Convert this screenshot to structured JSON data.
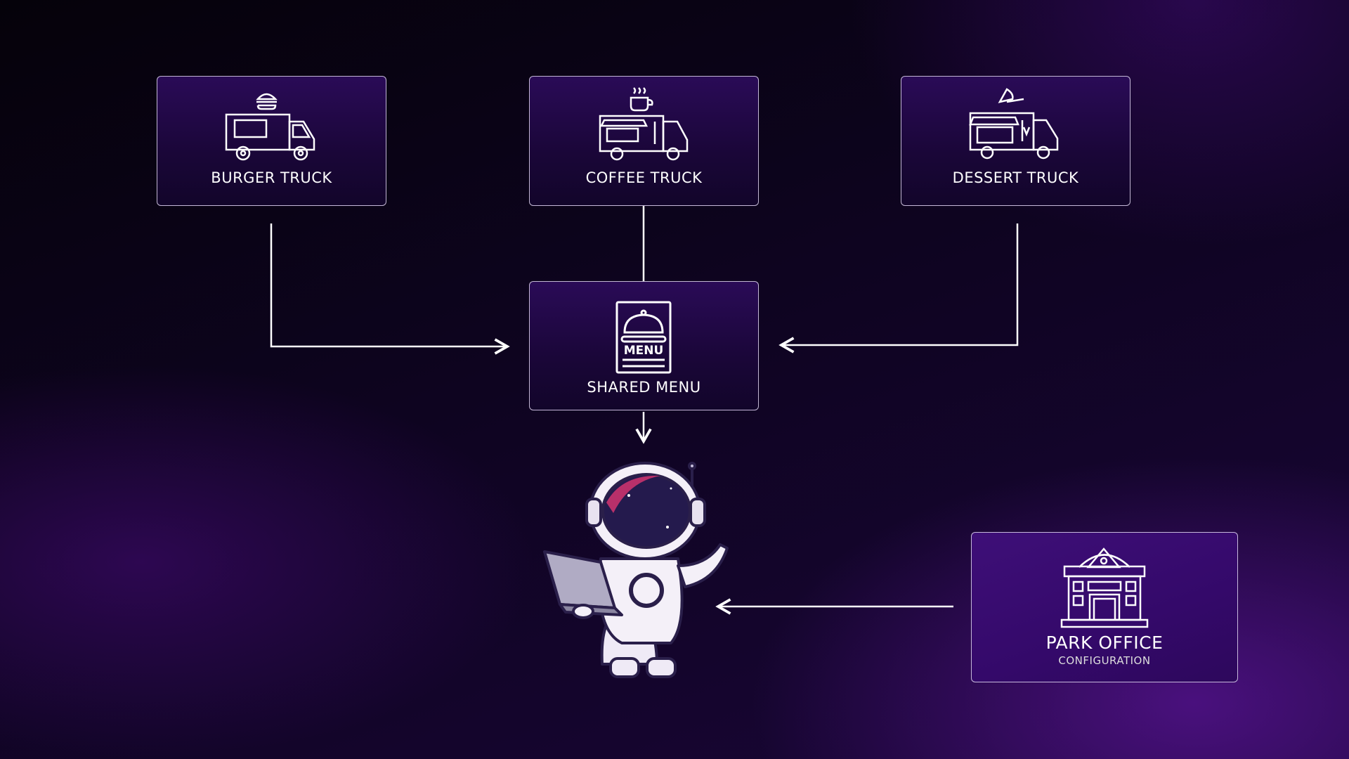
{
  "nodes": {
    "burger": {
      "label": "BURGER TRUCK",
      "icon": "burger-truck-icon"
    },
    "coffee": {
      "label": "COFFEE TRUCK",
      "icon": "coffee-truck-icon"
    },
    "dessert": {
      "label": "DESSERT TRUCK",
      "icon": "dessert-truck-icon"
    },
    "menu": {
      "label": "SHARED MENU",
      "icon_text": "MENU",
      "icon": "menu-card-icon"
    },
    "park": {
      "label": "PARK OFFICE",
      "sublabel": "CONFIGURATION",
      "icon": "building-icon"
    }
  },
  "colors": {
    "line": "#ffffff",
    "panel": "#1a0638",
    "accent": "#3e0f78"
  }
}
